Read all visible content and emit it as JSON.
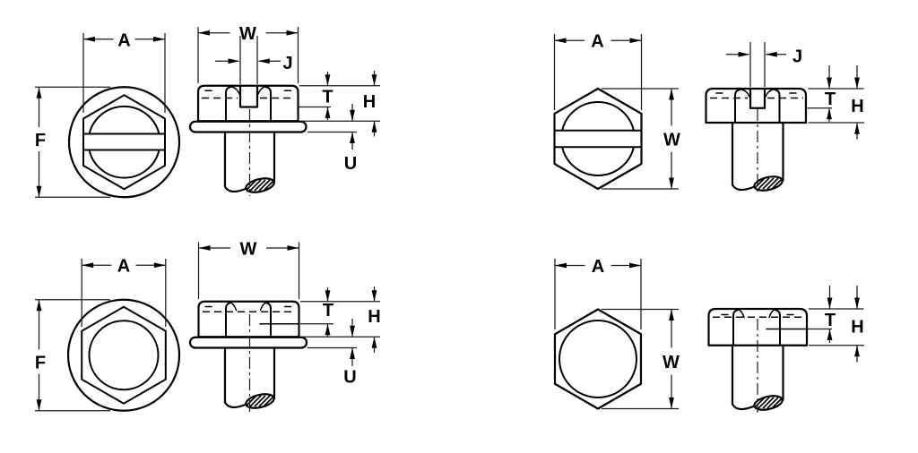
{
  "colors": {
    "line": "#000000",
    "background": "#ffffff"
  },
  "figures": [
    {
      "labels": {
        "A": "A",
        "F": "F",
        "W": "W",
        "J": "J",
        "T": "T",
        "H": "H",
        "U": "U"
      }
    },
    {
      "labels": {
        "A": "A",
        "W": "W",
        "J": "J",
        "T": "T",
        "H": "H"
      }
    },
    {
      "labels": {
        "A": "A",
        "F": "F",
        "W": "W",
        "T": "T",
        "H": "H",
        "U": "U"
      }
    },
    {
      "labels": {
        "A": "A",
        "W": "W",
        "T": "T",
        "H": "H"
      }
    }
  ]
}
